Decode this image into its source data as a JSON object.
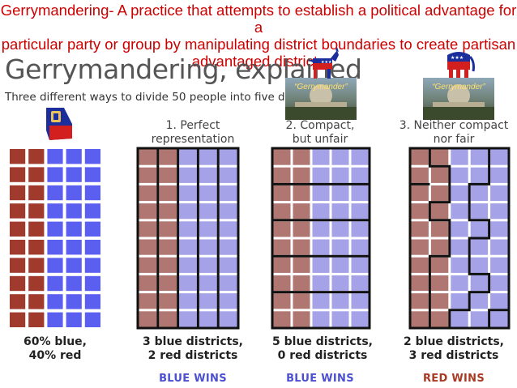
{
  "header": {
    "line1": "Gerrymandering- A practice that attempts to establish a political advantage for a",
    "line2": "particular party or group by manipulating district boundaries to create partisan",
    "line3": "advantaged districts"
  },
  "figure": {
    "title": "Gerrymandering, explained",
    "subtitle": "Three different ways to divide 50 people into five districts"
  },
  "photos": [
    {
      "label": "“Gerrymander”"
    },
    {
      "label": "“Gerrymander”"
    }
  ],
  "mascots": {
    "left": "donkey-icon",
    "right": "elephant-icon"
  },
  "colors": {
    "red": "#b07772",
    "red_dark": "#a03a2c",
    "blue": "#a5a2e8",
    "blue_dark": "#5b5ff0",
    "blue_wins": "#4b4fd0",
    "red_wins": "#a83a24",
    "header": "#cc0000"
  },
  "panels": [
    {
      "heading": "",
      "caption_l1": "60% blue,",
      "caption_l2": "40% red",
      "result": ""
    },
    {
      "heading_l1": "1. Perfect",
      "heading_l2": "representation",
      "caption_l1": "3 blue districts,",
      "caption_l2": "2 red districts",
      "result": "BLUE WINS"
    },
    {
      "heading_l1": "2. Compact,",
      "heading_l2": "but unfair",
      "caption_l1": "5 blue districts,",
      "caption_l2": "0 red districts",
      "result": "BLUE WINS"
    },
    {
      "heading_l1": "3. Neither compact",
      "heading_l2": "nor fair",
      "caption_l1": "2 blue districts,",
      "caption_l2": "3 red districts",
      "result": "RED WINS"
    }
  ],
  "population": {
    "rows": 10,
    "cols": 5,
    "red_cols": 2,
    "blue_cols": 3
  }
}
